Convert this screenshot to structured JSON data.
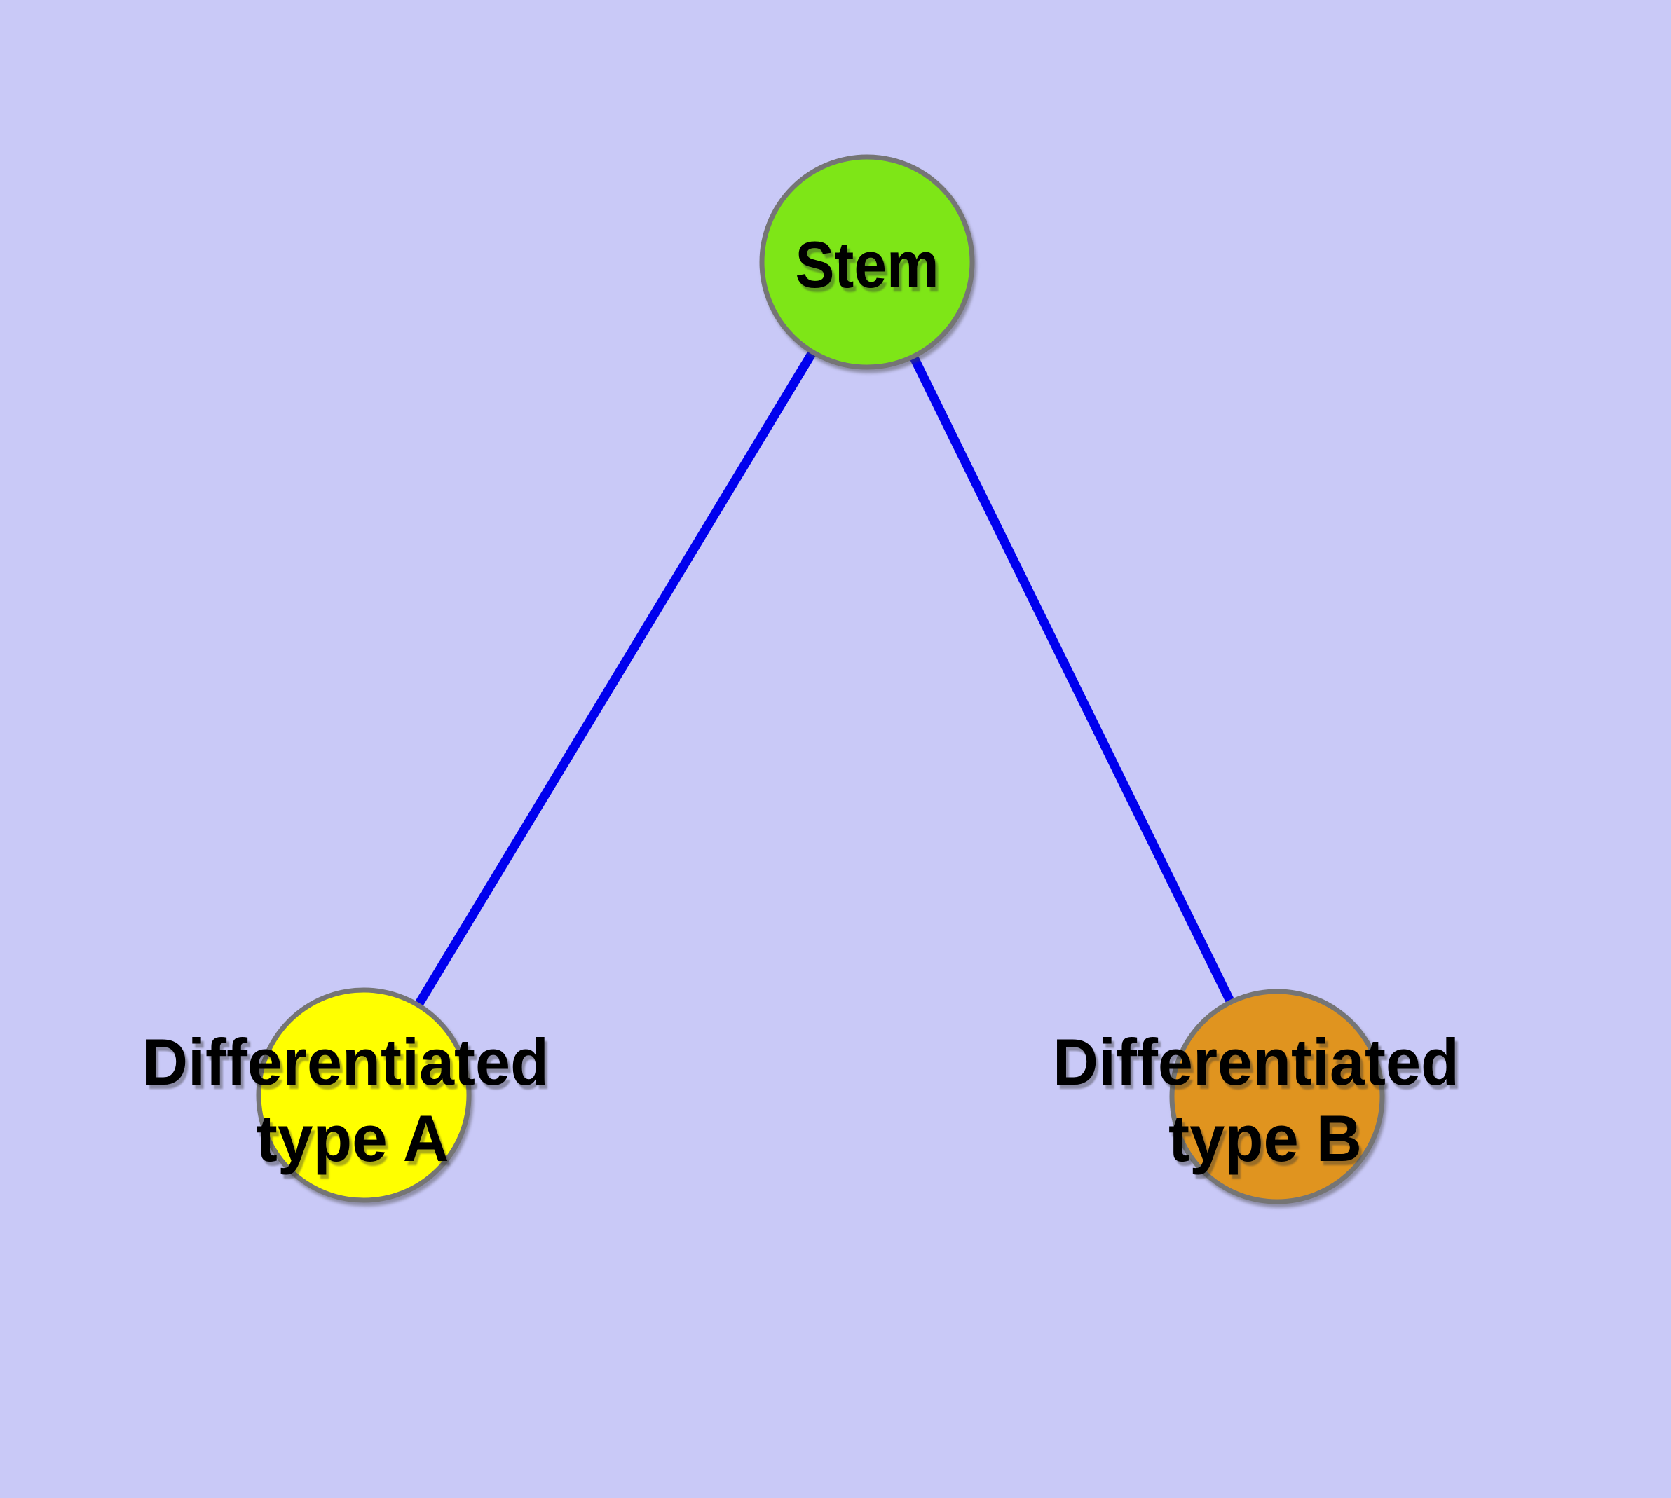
{
  "canvas": {
    "background": "#c9c9f7"
  },
  "edges": {
    "color": "#0000ee",
    "items": [
      {
        "from": "Stem",
        "to": "Differentiated type A"
      },
      {
        "from": "Stem",
        "to": "Differentiated type B"
      }
    ]
  },
  "nodes": {
    "stem": {
      "label": "Stem",
      "fill": "#7ee617",
      "border": "#757575"
    },
    "type_a": {
      "label_line1": "Differentiated",
      "label_line2": "type A",
      "fill": "#ffff00",
      "border": "#757575"
    },
    "type_b": {
      "label_line1": "Differentiated",
      "label_line2": "type B",
      "fill": "#e0941f",
      "border": "#757575"
    }
  }
}
